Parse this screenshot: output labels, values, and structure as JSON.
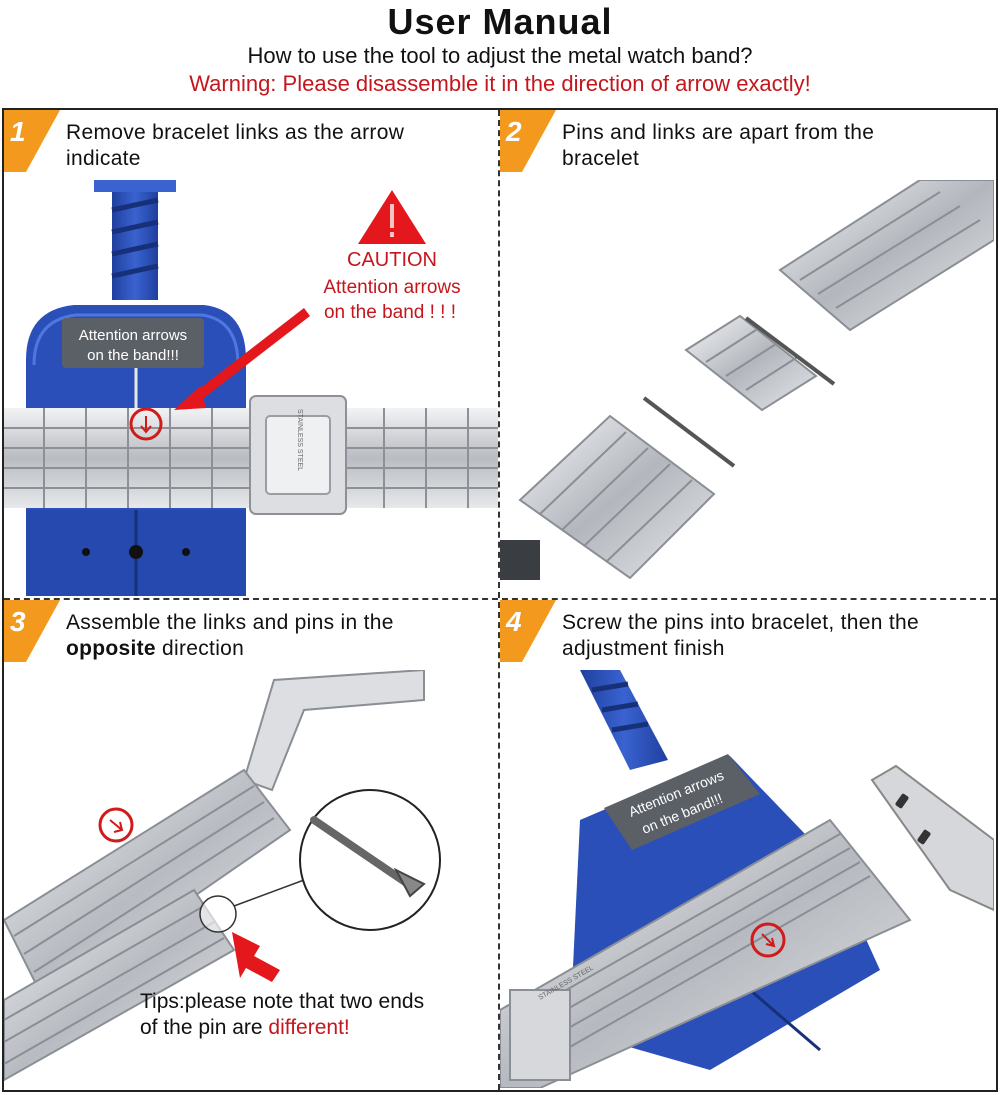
{
  "header": {
    "title": "User Manual",
    "subtitle": "How to use the tool to adjust the metal watch band?",
    "warning": "Warning: Please disassemble it in the direction of arrow exactly!"
  },
  "colors": {
    "accent_orange": "#f39a1e",
    "warning_red": "#c4161c",
    "tool_blue": "#2a4fb8",
    "steel": "#c9ccd0"
  },
  "steps": [
    {
      "number": "1",
      "text_line1": "Remove bracelet links as the arrow",
      "text_line2": "indicate",
      "caution_title": "CAUTION",
      "caution_line1": "Attention arrows",
      "caution_line2": "on the band ! ! !",
      "tool_label_line1": "Attention arrows",
      "tool_label_line2": "on the band!!!",
      "clasp_text": "STAINLESS STEEL"
    },
    {
      "number": "2",
      "text_line1": "Pins and links are apart from the",
      "text_line2": "bracelet"
    },
    {
      "number": "3",
      "text_line1": "Assemble the links and pins in the",
      "text_line2_bold": "opposite",
      "text_line2_rest": " direction",
      "tips_line1": "Tips:please note that two ends",
      "tips_line2_start": "of the pin are ",
      "tips_line2_red": "different!"
    },
    {
      "number": "4",
      "text_line1": "Screw the pins into bracelet, then the",
      "text_line2": "adjustment finish",
      "tool_label_line1": "Attention arrows",
      "tool_label_line2": "on the band!!!",
      "clasp_text": "STAINLESS STEEL"
    }
  ]
}
